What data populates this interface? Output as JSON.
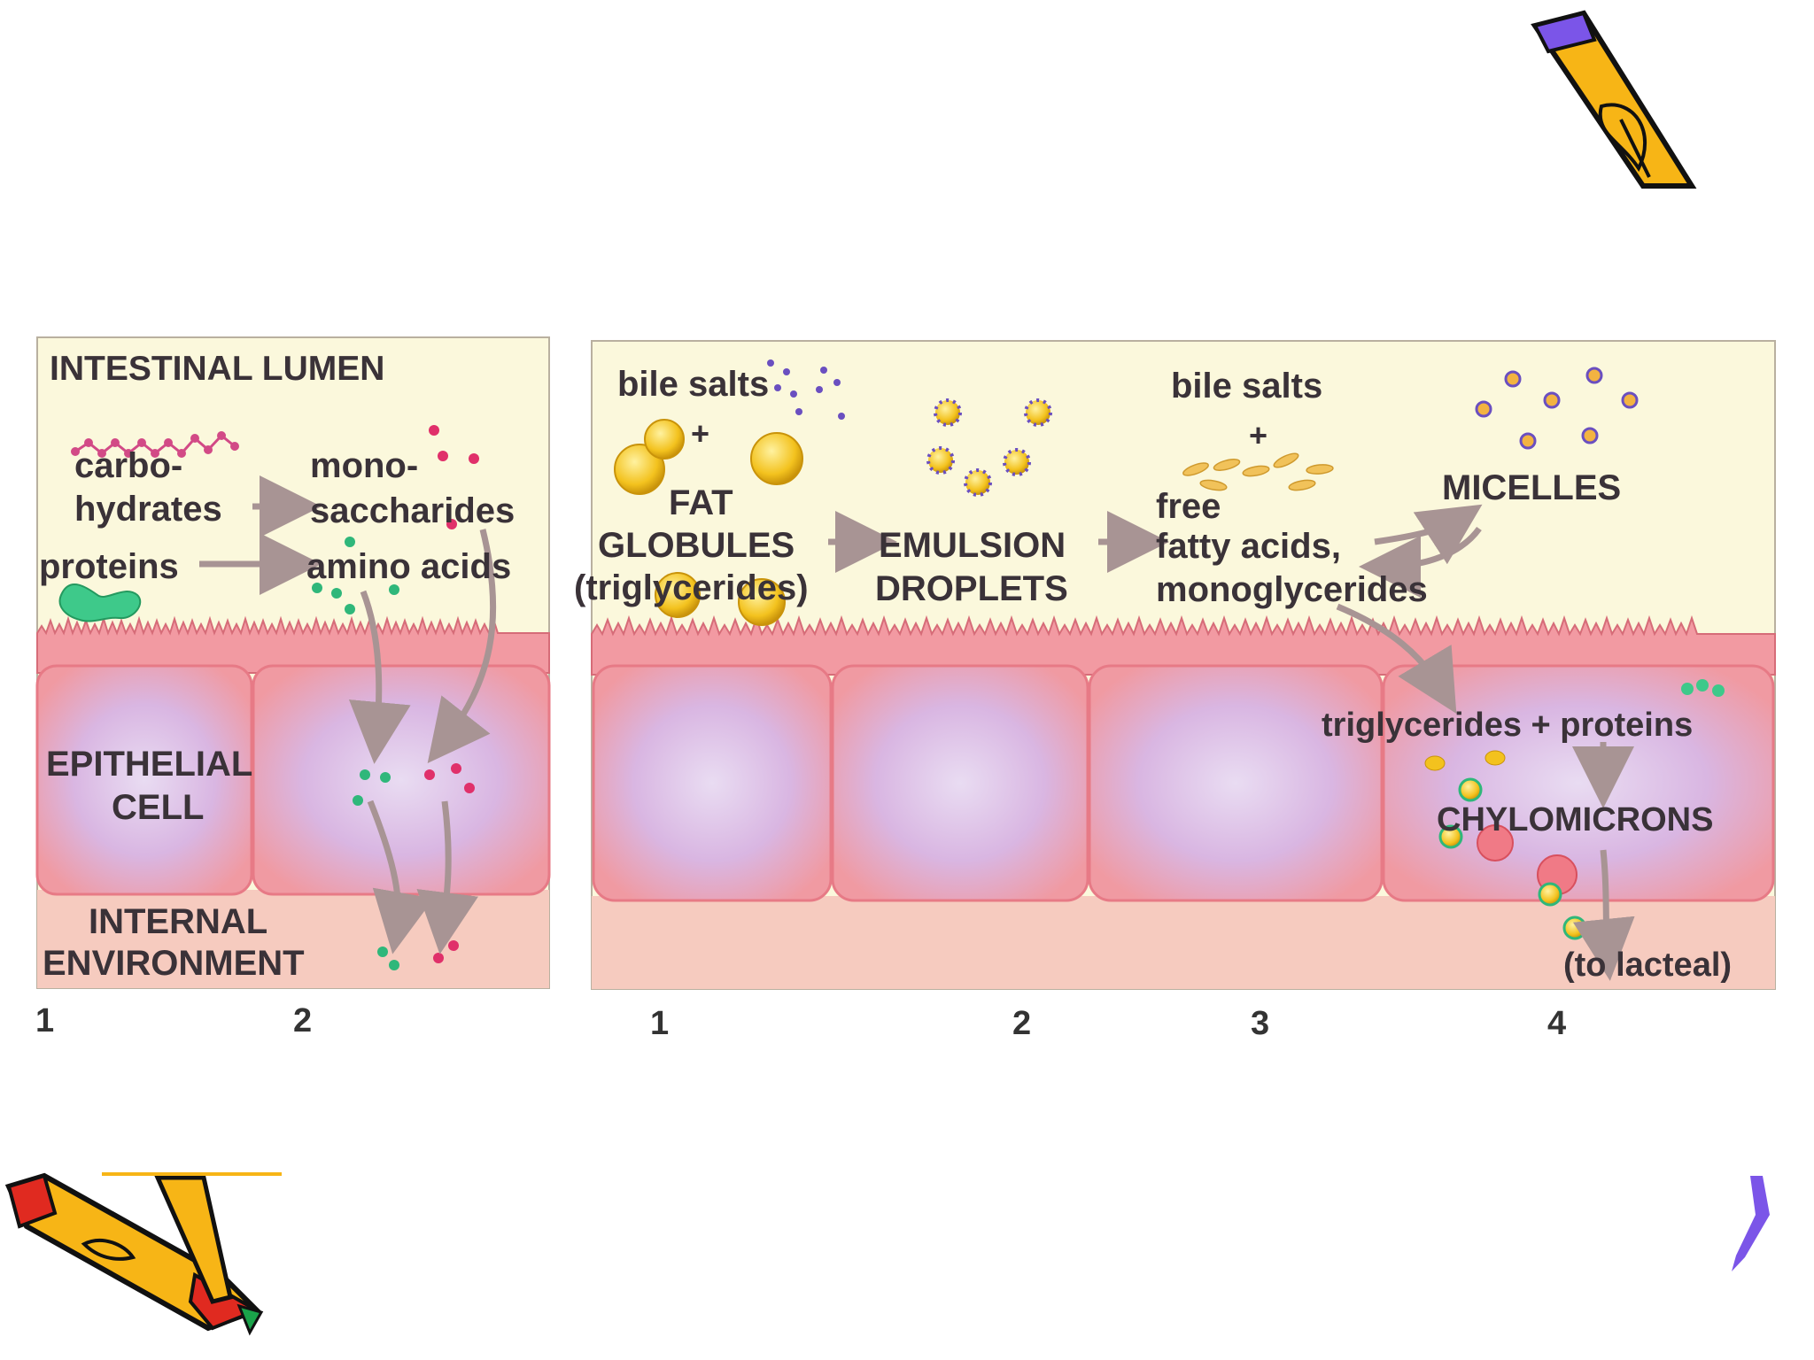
{
  "left_panel": {
    "region_top": "INTESTINAL LUMEN",
    "carbohydrates_line1": "carbo-",
    "carbohydrates_line2": "hydrates",
    "monosaccharides_line1": "mono-",
    "monosaccharides_line2": "saccharides",
    "proteins": "proteins",
    "amino_acids": "amino acids",
    "epithelial_line1": "EPITHELIAL",
    "epithelial_line2": "CELL",
    "internal_line1": "INTERNAL",
    "internal_line2": "ENVIRONMENT",
    "step_numbers": [
      "1",
      "2"
    ]
  },
  "right_panel": {
    "bile_salts_1": "bile salts",
    "plus_1": "+",
    "fat_line1": "FAT",
    "fat_line2": "GLOBULES",
    "fat_line3": "(triglycerides)",
    "emulsion_line1": "EMULSION",
    "emulsion_line2": "DROPLETS",
    "bile_salts_2": "bile salts",
    "plus_2": "+",
    "free_line1": "free",
    "free_line2": "fatty acids,",
    "free_line3": "monoglycerides",
    "micelles": "MICELLES",
    "triglycerides_proteins": "triglycerides + proteins",
    "chylomicrons": "CHYLOMICRONS",
    "to_lacteal": "(to lacteal)",
    "step_numbers": [
      "1",
      "2",
      "3",
      "4"
    ]
  },
  "colors": {
    "lumen": "#fbf8dc",
    "cell": "#f2a0a6",
    "cell_inner": "#e2c8e8",
    "internal": "#f6c9be",
    "arrow": "#a89494",
    "monosaccharide": "#e0306a",
    "amino_acid": "#2fb77a",
    "fat": "#f5c72a",
    "bile_salt": "#6a4fc0",
    "pencil_body": "#f7b516",
    "pencil_stripe": "#7b55e8"
  }
}
